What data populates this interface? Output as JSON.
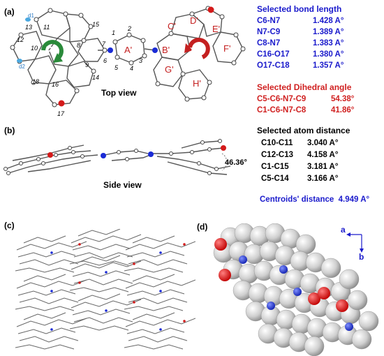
{
  "panels": {
    "a": "(a)",
    "b": "(b)",
    "c": "(c)",
    "d": "(d)"
  },
  "captions": {
    "top_view": "Top view",
    "side_view": "Side view"
  },
  "bond_length": {
    "title": "Selected bond length",
    "rows": [
      {
        "label": "C6-N7",
        "value": "1.428 A°"
      },
      {
        "label": "N7-C9",
        "value": "1.389 A°"
      },
      {
        "label": "C8-N7",
        "value": "1.383 A°"
      },
      {
        "label": "C16-O17",
        "value": "1.380 A°"
      },
      {
        "label": "O17-C18",
        "value": "1.357 A°"
      }
    ]
  },
  "dihedral": {
    "title": "Selected Dihedral angle",
    "rows": [
      {
        "label": "C5-C6-N7-C9",
        "value": "54.38°"
      },
      {
        "label": "C1-C6-N7-C8",
        "value": "41.86°"
      }
    ]
  },
  "atom_distance": {
    "title": "Selected atom distance",
    "rows": [
      {
        "label": "C10-C11",
        "value": "3.040 A°"
      },
      {
        "label": "C12-C13",
        "value": "4.158 A°"
      },
      {
        "label": "C1-C15",
        "value": "3.181 A°"
      },
      {
        "label": "C5-C14",
        "value": "3.166 A°"
      }
    ]
  },
  "centroids": "Centroids' distance  4.949 A°",
  "side_angle": "46.36°",
  "atom_labels": [
    "13",
    "11",
    "15",
    "12",
    "10",
    "8",
    "7",
    "6",
    "1",
    "2",
    "3",
    "4",
    "5",
    "9",
    "14",
    "18",
    "16",
    "17"
  ],
  "ring_labels": [
    "A'",
    "B'",
    "C'",
    "D'",
    "E'",
    "F'",
    "G'",
    "H'"
  ],
  "centroid_labels": [
    "d1",
    "d2"
  ],
  "chirality": {
    "left": "P",
    "right": "M"
  },
  "axes": {
    "a": "a",
    "b": "b"
  },
  "colors": {
    "blue_text": "#1a1acc",
    "red_text": "#d02020",
    "nitrogen": "#1a2bd6",
    "oxygen": "#d41a1a",
    "carbon": "#9a9a9a"
  }
}
